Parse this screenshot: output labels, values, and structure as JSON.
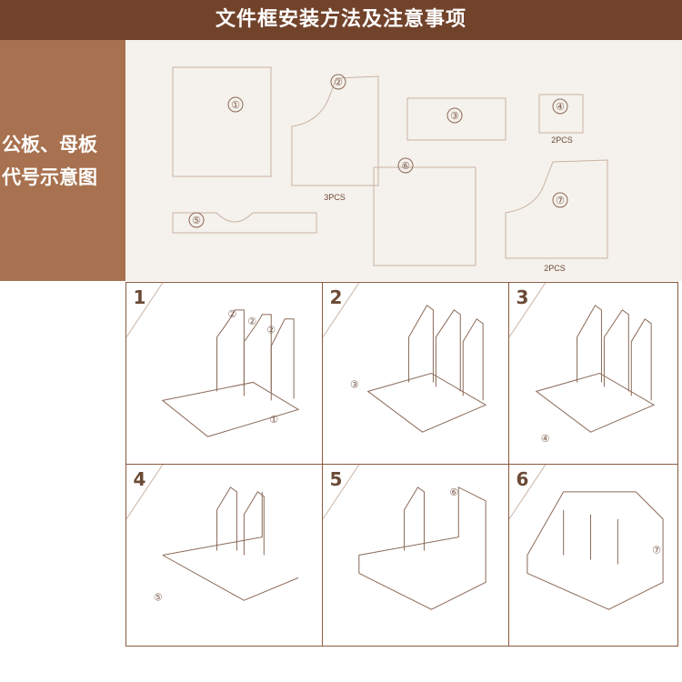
{
  "header": {
    "title": "文件框安装方法及注意事项"
  },
  "side": {
    "line1": "公板、母板",
    "line2": "代号示意图"
  },
  "parts": [
    {
      "label": "①",
      "qty": ""
    },
    {
      "label": "②",
      "qty": "3PCS"
    },
    {
      "label": "③",
      "qty": ""
    },
    {
      "label": "④",
      "qty": "2PCS"
    },
    {
      "label": "⑤",
      "qty": ""
    },
    {
      "label": "⑥",
      "qty": ""
    },
    {
      "label": "⑦",
      "qty": "2PCS"
    }
  ],
  "steps": [
    {
      "num": "1",
      "callouts": [
        "②",
        "②",
        "②",
        "①"
      ]
    },
    {
      "num": "2",
      "callouts": [
        "③"
      ]
    },
    {
      "num": "3",
      "callouts": [
        "④"
      ]
    },
    {
      "num": "4",
      "callouts": [
        "⑤"
      ]
    },
    {
      "num": "5",
      "callouts": [
        "⑥"
      ]
    },
    {
      "num": "6",
      "callouts": [
        "⑦"
      ]
    }
  ]
}
